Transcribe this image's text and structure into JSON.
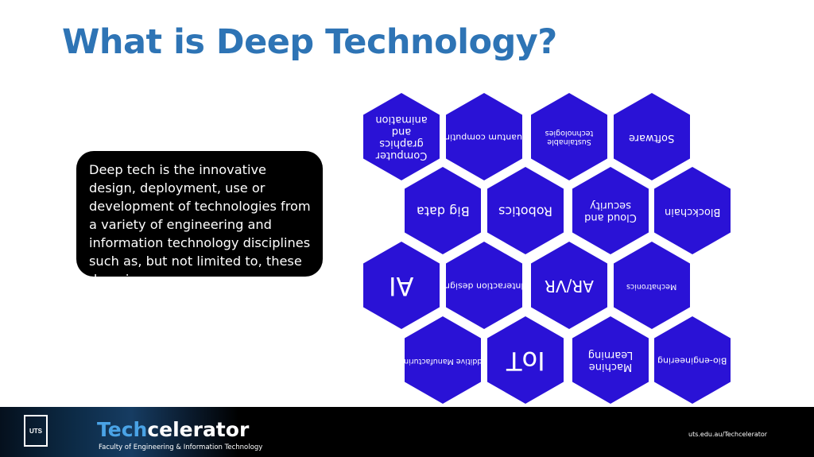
{
  "slide": {
    "title": "What is Deep Technology?",
    "description": "Deep tech is the innovative design, deployment, use or development of technologies from a variety of engineering and information technology disciplines such as, but not limited to, these domains…"
  },
  "hexagons": [
    {
      "label": "Computer graphics and animation"
    },
    {
      "label": "Quantum computing"
    },
    {
      "label": "Sustainable technologies"
    },
    {
      "label": "Software"
    },
    {
      "label": "Big data"
    },
    {
      "label": "Robotics"
    },
    {
      "label": "Cloud and security"
    },
    {
      "label": "Blockchain"
    },
    {
      "label": "AI"
    },
    {
      "label": "Interaction design"
    },
    {
      "label": "AR/VR"
    },
    {
      "label": "Mechatronics"
    },
    {
      "label": "Additive Manufacturing"
    },
    {
      "label": "IoT"
    },
    {
      "label": "Machine Learning"
    },
    {
      "label": "Bio-engineering"
    }
  ],
  "footer": {
    "logo_text": "UTS",
    "brand_prefix": "Tech",
    "brand_suffix": "celerator",
    "brand_subtitle": "Faculty of Engineering & Information Technology",
    "url": "uts.edu.au/Techcelerator"
  },
  "colors": {
    "title": "#2e74b5",
    "hexagon_fill": "#2a12d6",
    "callout_background": "#000000",
    "footer_background": "#000000",
    "brand_accent": "#4aa3e6"
  }
}
